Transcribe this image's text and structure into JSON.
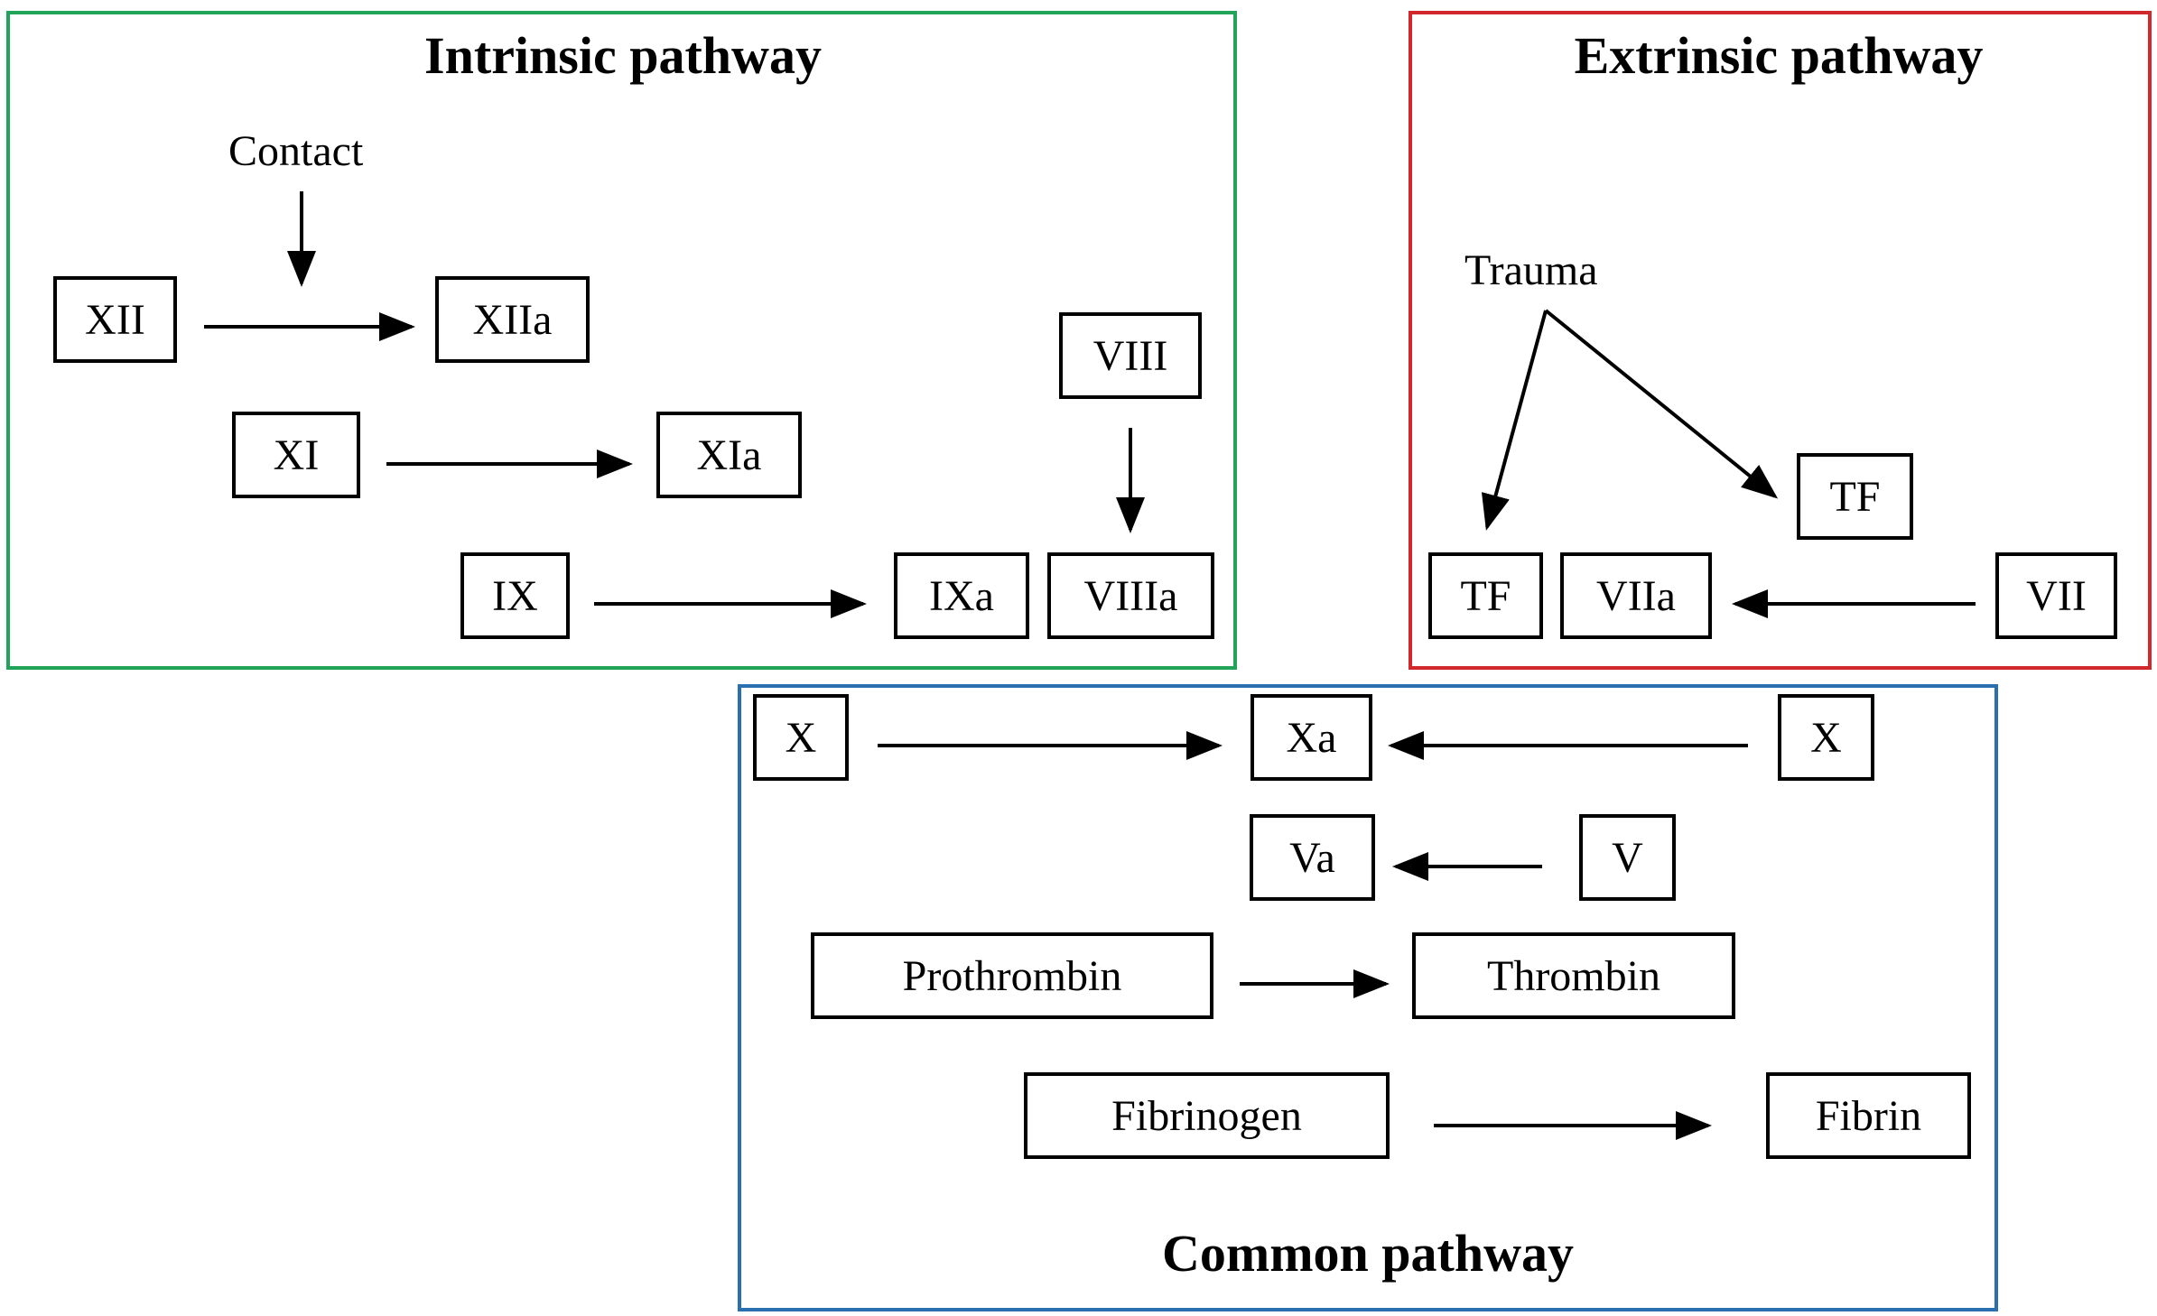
{
  "panels": {
    "intrinsic": {
      "title": "Intrinsic pathway",
      "color": "#22a35a",
      "contact_label": "Contact",
      "nodes": {
        "xii": "XII",
        "xiia": "XIIa",
        "xi": "XI",
        "xia": "XIa",
        "viii": "VIII",
        "ix": "IX",
        "ixa": "IXa",
        "viiia": "VIIIa"
      }
    },
    "extrinsic": {
      "title": "Extrinsic pathway",
      "color": "#d0282c",
      "trauma_label": "Trauma",
      "nodes": {
        "tf_upper": "TF",
        "tf_lower": "TF",
        "viia": "VIIa",
        "vii": "VII"
      }
    },
    "common": {
      "title": "Common pathway",
      "color": "#2a6fb0",
      "nodes": {
        "x_left": "X",
        "xa": "Xa",
        "x_right": "X",
        "va": "Va",
        "v": "V",
        "prothrombin": "Prothrombin",
        "thrombin": "Thrombin",
        "fibrinogen": "Fibrinogen",
        "fibrin": "Fibrin"
      }
    }
  }
}
